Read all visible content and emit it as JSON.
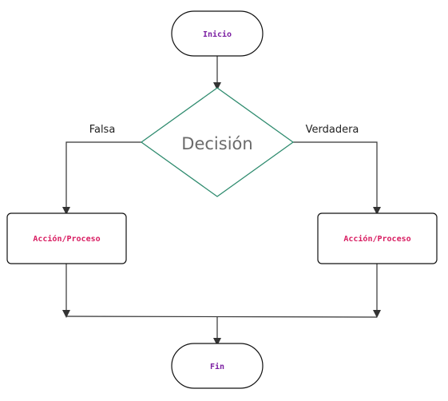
{
  "diagram": {
    "start": {
      "label": "Inicio",
      "color": "#7b1fa2"
    },
    "decision": {
      "label": "Decisión",
      "border_color": "#2e8b6e",
      "text_color": "#6b6b6b"
    },
    "branch_false": {
      "label": "Falsa"
    },
    "branch_true": {
      "label": "Verdadera"
    },
    "action_left": {
      "label": "Acción/Proceso",
      "color": "#d81b60"
    },
    "action_right": {
      "label": "Acción/Proceso",
      "color": "#d81b60"
    },
    "end": {
      "label": "Fin",
      "color": "#7b1fa2"
    }
  }
}
